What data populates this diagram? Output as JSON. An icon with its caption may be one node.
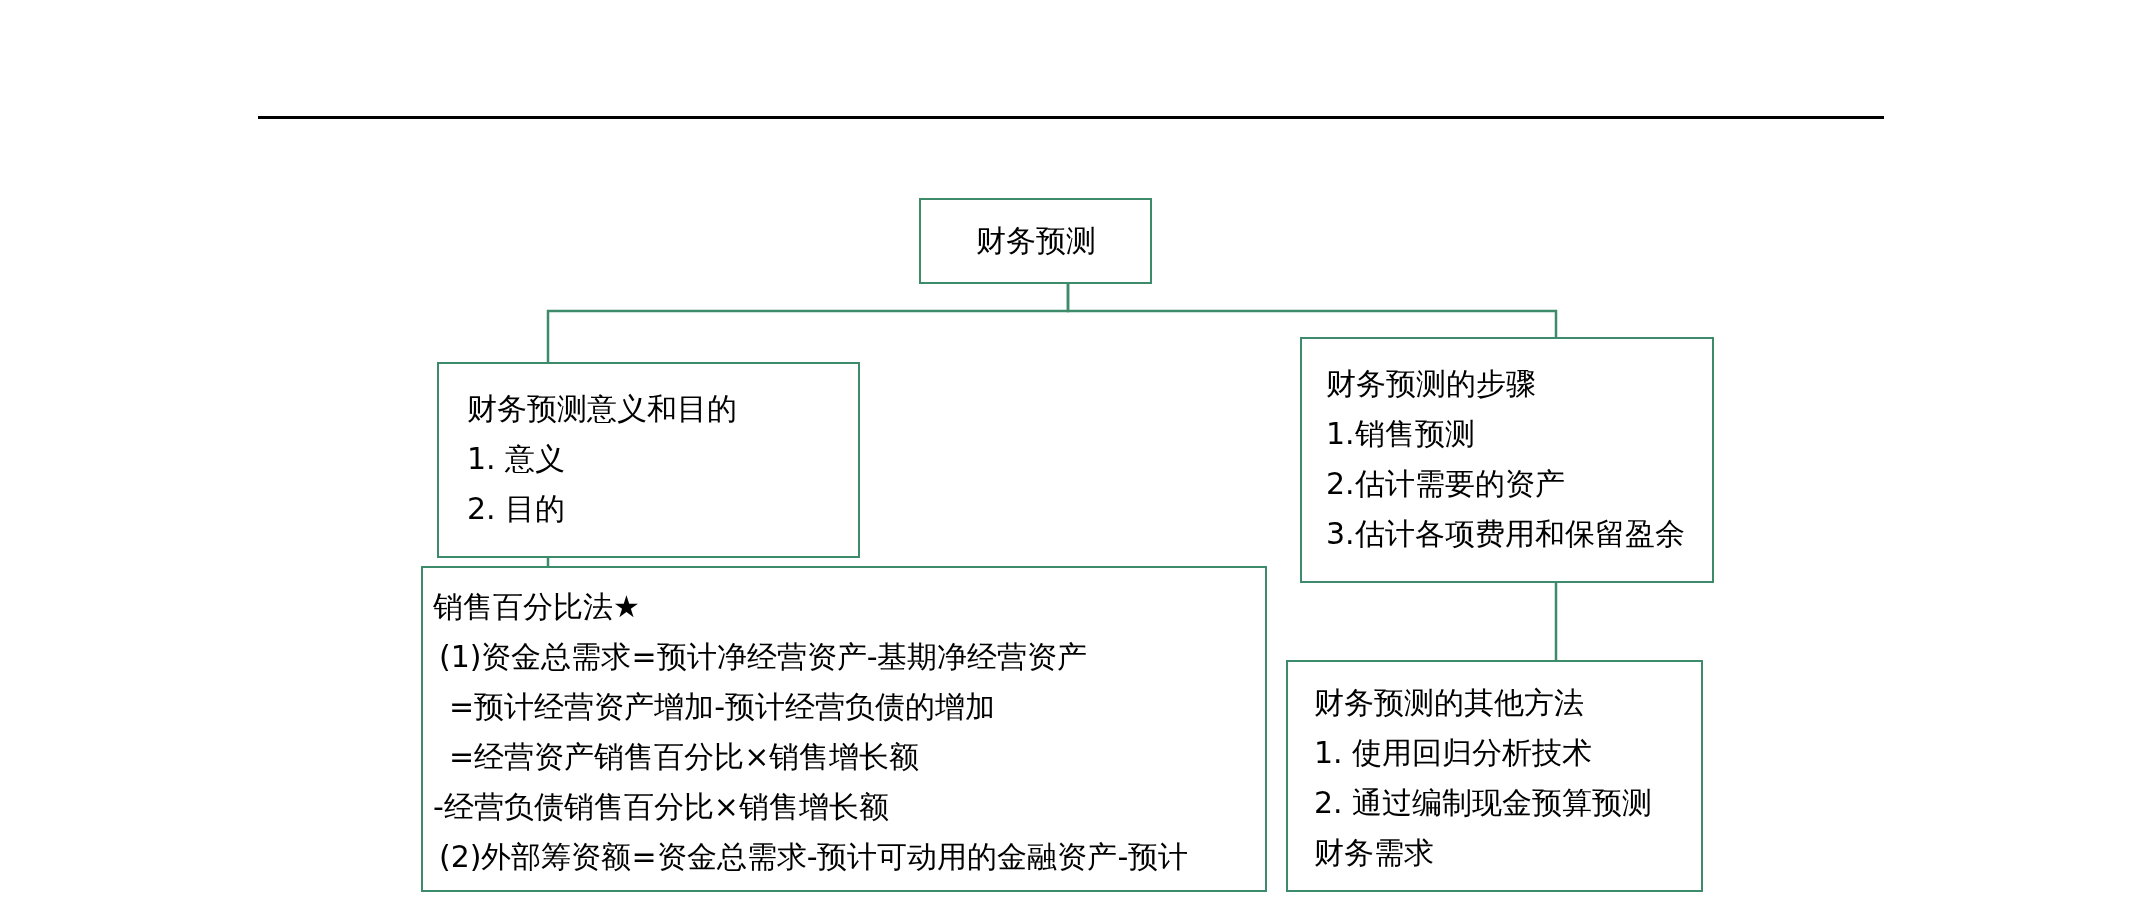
{
  "diagram": {
    "nodes": [
      {
        "text": [
          "财务预测"
        ]
      },
      {
        "text": [
          "财务预测意义和目的",
          "1. 意义",
          "2. 目的"
        ]
      },
      {
        "text": [
          "财务预测的步骤",
          "1.销售预测",
          "2.估计需要的资产",
          "3.估计各项费用和保留盈余"
        ]
      },
      {
        "text": [
          "销售百分比法★",
          "(1)资金总需求=预计净经营资产-基期净经营资产",
          "=预计经营资产增加-预计经营负债的增加",
          "=经营资产销售百分比×销售增长额",
          "-经营负债销售百分比×销售增长额",
          "(2)外部筹资额=资金总需求-预计可动用的金融资产-预计"
        ]
      },
      {
        "text": [
          "财务预测的其他方法",
          "1. 使用回归分析技术",
          "2. 通过编制现金预算预测财务需求"
        ]
      }
    ],
    "edges": [
      {
        "from": 0,
        "to": 1,
        "arrow": "none"
      },
      {
        "from": 0,
        "to": 2,
        "arrow": "none"
      },
      {
        "from": 1,
        "to": 3,
        "arrow": "none"
      },
      {
        "from": 2,
        "to": 4,
        "arrow": "none"
      }
    ]
  }
}
